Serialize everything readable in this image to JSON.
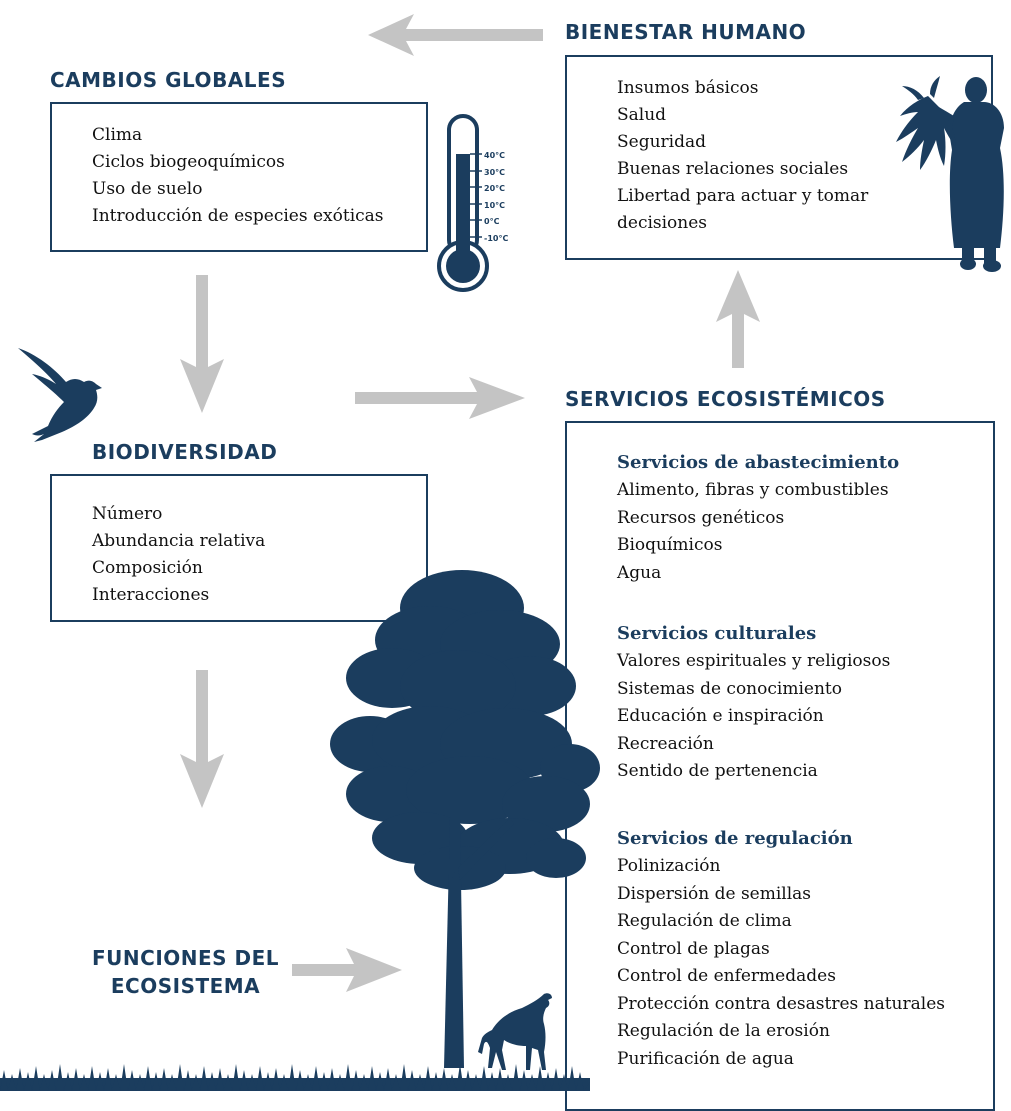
{
  "colors": {
    "navy": "#1b3d5e",
    "arrow": "#c4c4c4",
    "text": "#111111"
  },
  "cambios_globales": {
    "title": "CAMBIOS GLOBALES",
    "items": [
      "Clima",
      "Ciclos biogeoquímicos",
      "Uso de suelo",
      "Introducción de especies exóticas"
    ]
  },
  "thermometer": {
    "icon": "thermometer-icon",
    "ticks": [
      "40°C",
      "30°C",
      "20°C",
      "10°C",
      "0°C",
      "-10°C"
    ]
  },
  "bienestar_humano": {
    "title": "BIENESTAR HUMANO",
    "items": [
      "Insumos básicos",
      "Salud",
      "Seguridad",
      "Buenas relaciones sociales",
      "Libertad para actuar y tomar",
      "decisiones"
    ]
  },
  "biodiversidad": {
    "title": "BIODIVERSIDAD",
    "items": [
      "Número",
      "Abundancia relativa",
      "Composición",
      "Interacciones"
    ]
  },
  "servicios": {
    "title": "SERVICIOS ECOSISTÉMICOS",
    "groups": [
      {
        "title": "Servicios de abastecimiento",
        "items": [
          "Alimento, fibras y combustibles",
          "Recursos genéticos",
          "Bioquímicos",
          "Agua"
        ]
      },
      {
        "title": "Servicios culturales",
        "items": [
          "Valores espirituales y religiosos",
          "Sistemas de conocimiento",
          "Educación e inspiración",
          "Recreación",
          "Sentido de pertenencia"
        ]
      },
      {
        "title": "Servicios de regulación",
        "items": [
          "Polinización",
          "Dispersión de semillas",
          "Regulación de clima",
          "Control de plagas",
          "Control de enfermedades",
          "Protección contra desastres naturales",
          "Regulación de la erosión",
          "Purificación de agua"
        ]
      }
    ]
  },
  "funciones": {
    "title_line1": "FUNCIONES DEL",
    "title_line2": "ECOSISTEMA"
  },
  "icons": [
    "bird-icon",
    "person-with-plants-icon",
    "tree-icon",
    "deer-icon",
    "grass-icon"
  ]
}
